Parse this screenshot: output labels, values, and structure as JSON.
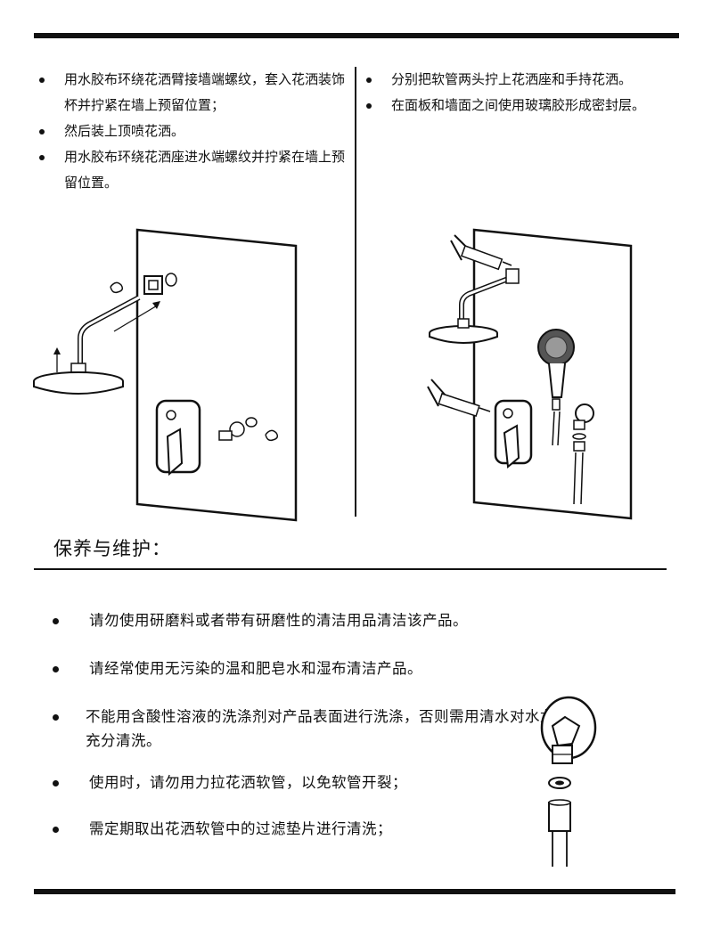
{
  "install_steps_left": [
    "用水胶布环绕花洒臂接墙端螺纹，套入花洒装饰杯并拧紧在墙上预留位置；",
    "然后装上顶喷花洒。",
    "用水胶布环绕花洒座进水端螺纹并拧紧在墙上预留位置。"
  ],
  "install_steps_right": [
    "分别把软管两头拧上花洒座和手持花洒。",
    "在面板和墙面之间使用玻璃胶形成密封层。"
  ],
  "care": {
    "title": "保养与维护：",
    "items": [
      "请勿使用研磨料或者带有研磨性的清洁用品清洁该产品。",
      "请经常使用无污染的温和肥皂水和湿布清洁产品。",
      "不能用含酸性溶液的洗涤剂对产品表面进行洗涤，否则需用清水对水龙头充分清洗。",
      "使用时，请勿用力拉花洒软管，以免软管开裂；",
      "需定期取出花洒软管中的过滤垫片进行清洗；"
    ]
  },
  "icons": {
    "left_illustration": "shower-arm-installation-illustration",
    "right_illustration": "sealant-and-hose-installation-illustration",
    "care_illustration": "hose-filter-washer-illustration"
  }
}
